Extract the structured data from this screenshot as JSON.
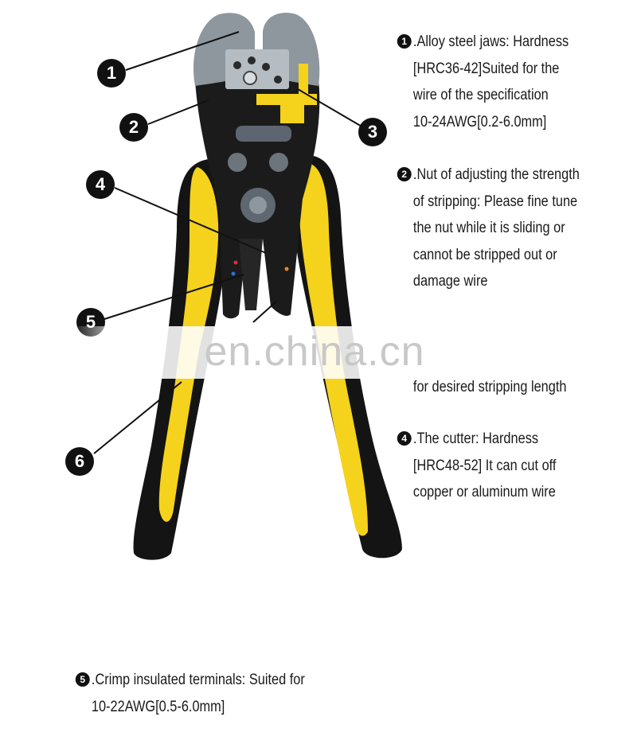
{
  "callouts": [
    "1",
    "2",
    "3",
    "4",
    "5",
    "6"
  ],
  "descriptions": {
    "item1": {
      "number": "1",
      "lines": [
        ".Alloy steel jaws: Hardness",
        "[HRC36-42]Suited for the",
        "wire of the specification",
        "10-24AWG[0.2-6.0mm]"
      ]
    },
    "item2": {
      "number": "2",
      "lines": [
        ".Nut of adjusting the strength",
        "of stripping: Please fine tune",
        "the nut while it is sliding or",
        "cannot be stripped out or",
        "damage wire"
      ]
    },
    "item3": {
      "lines": [
        "for desired stripping length"
      ]
    },
    "item4": {
      "number": "4",
      "lines": [
        ".The cutter: Hardness",
        "[HRC48-52] It can cut off",
        "copper or aluminum wire"
      ]
    },
    "item5": {
      "number": "5",
      "lines": [
        ".Crimp insulated terminals: Suited for",
        "10-22AWG[0.5-6.0mm]"
      ]
    }
  },
  "watermark": "en.china.cn",
  "colors": {
    "handle_yellow": "#f5d21c",
    "handle_black": "#141414",
    "jaw_steel": "#8e969e",
    "text": "#1a1a1a"
  }
}
